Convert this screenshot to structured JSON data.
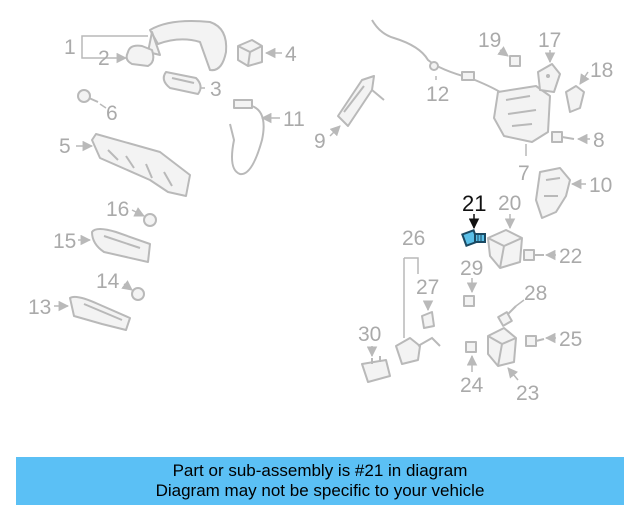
{
  "diagram": {
    "callouts": {
      "c1": "1",
      "c2": "2",
      "c3": "3",
      "c4": "4",
      "c5": "5",
      "c6": "6",
      "c7": "7",
      "c8": "8",
      "c9": "9",
      "c10": "10",
      "c11": "11",
      "c12": "12",
      "c13": "13",
      "c14": "14",
      "c15": "15",
      "c16": "16",
      "c17": "17",
      "c18": "18",
      "c19": "19",
      "c20": "20",
      "c21": "21",
      "c22": "22",
      "c23": "23",
      "c24": "24",
      "c25": "25",
      "c26": "26",
      "c27": "27",
      "c28": "28",
      "c29": "29",
      "c30": "30"
    },
    "highlighted_part": "21",
    "colors": {
      "highlight_fill": "#5bc0e8",
      "banner": "#5bc0f5",
      "part_stroke": "#b9b9b9",
      "callout_text": "#aaaaaa"
    }
  },
  "banner": {
    "line1": "Part or sub-assembly is #21 in diagram",
    "line2": "Diagram may not be specific to your vehicle"
  }
}
